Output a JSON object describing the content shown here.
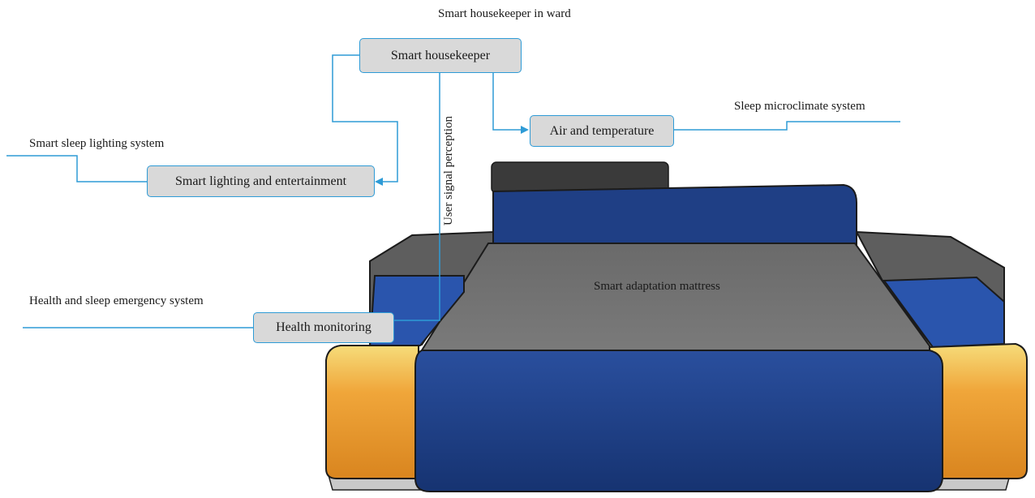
{
  "diagram": {
    "title": "Smart housekeeper in ward",
    "nodes": {
      "housekeeper": "Smart housekeeper",
      "air": "Air and temperature",
      "lighting": "Smart lighting and entertainment",
      "health": "Health monitoring"
    },
    "systems": {
      "microclimate": "Sleep microclimate system",
      "lighting": "Smart sleep lighting system",
      "health": "Health and sleep emergency system"
    },
    "signal_label": "User signal perception",
    "mattress_label": "Smart adaptation mattress"
  },
  "colors": {
    "connector": "#2e9bd6",
    "node_fill": "#d9d9d9",
    "mattress": "#6f6f6f",
    "bed_frame_blue": "#1f3f85",
    "armrest_orange": "#e8962a",
    "side_gray": "#5e5e5e"
  }
}
